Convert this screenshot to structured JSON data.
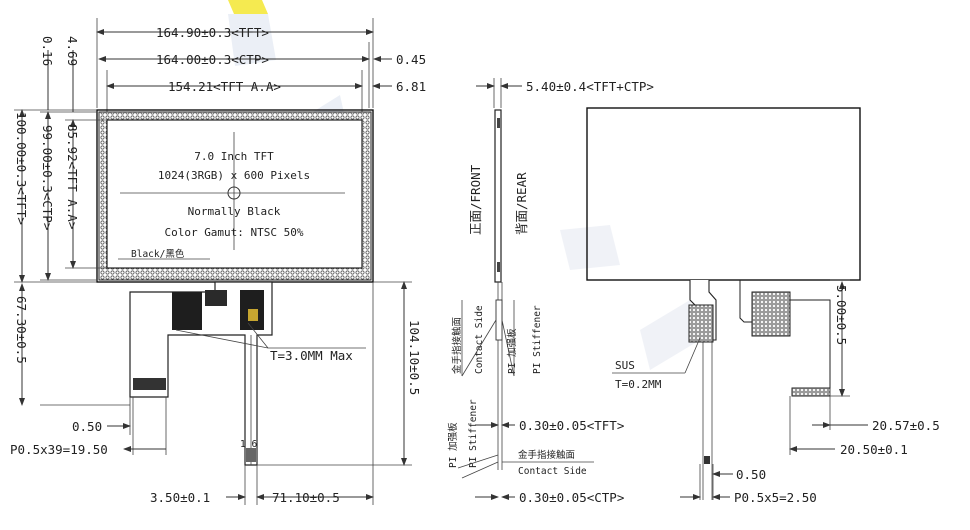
{
  "front_view": {
    "dims": {
      "tft_width": "164.90±0.3<TFT>",
      "ctp_width": "164.00±0.3<CTP>",
      "aa_width": "154.21<TFT A.A>",
      "right_045": "0.45",
      "right_681": "6.81",
      "left_469": "4.69",
      "left_016": "0.16",
      "aa_height": "85.92<TFT A.A>",
      "ctp_height": "99.00±0.3<CTP>",
      "tft_height": "100.00±0.3<TFT>",
      "fpc_length_left": "67.30±0.5",
      "fpc_length_right": "104.10±0.5",
      "pitch_050": "0.50",
      "pitch_total": "P0.5x39=19.50",
      "bottom_350": "3.50±0.1",
      "bottom_7110": "71.10±0.5",
      "thickness": "T=3.0MM Max",
      "pins": "1  6"
    },
    "labels": {
      "panel_line1": "7.0 Inch TFT",
      "panel_line2": "1024(3RGB) x 600 Pixels",
      "panel_line3": "Normally Black",
      "panel_line4": "Color Gamut: NTSC 50%",
      "bezel": "Black/黑色"
    }
  },
  "side_view": {
    "thickness": "5.40±0.4<TFT+CTP>",
    "front": "正面/FRONT",
    "rear": "背面/REAR",
    "contact_cn_top": "金手指接触面",
    "contact_en_top": "Contact Side",
    "pi_cn_top": "PI 加强板",
    "pi_en_top": "PI Stiffener",
    "tft_thick": "0.30±0.05<TFT>",
    "pi_cn_bottom": "PI 加强板",
    "pi_en_bottom": "PI Stiffener",
    "contact_cn_bottom": "金手指接触面",
    "contact_en_bottom": "Contact Side",
    "ctp_thick": "0.30±0.05<CTP>"
  },
  "rear_view": {
    "sus": "SUS",
    "sus_t": "T=0.2MM",
    "dim_500": "5.00±0.5",
    "dim_2057": "20.57±0.5",
    "dim_2050": "20.50±0.1",
    "pitch_050": "0.50",
    "pitch_total": "P0.5x5=2.50"
  },
  "colors": {
    "line": "#222222",
    "hatch": "#555555",
    "watermark": "#f2e44a"
  }
}
